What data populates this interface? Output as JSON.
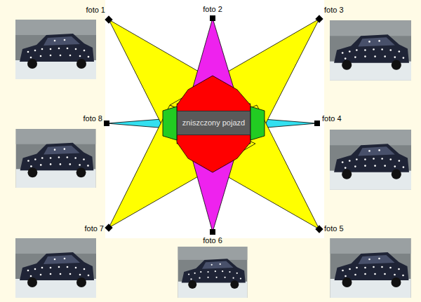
{
  "diagram": {
    "nodes": [
      {
        "text": [
          "zniszczony pojazd"
        ]
      }
    ],
    "labels": [
      "foto 1",
      "foto 2",
      "foto 3",
      "foto 4",
      "foto 5",
      "foto 6",
      "foto 7",
      "foto 8"
    ]
  }
}
